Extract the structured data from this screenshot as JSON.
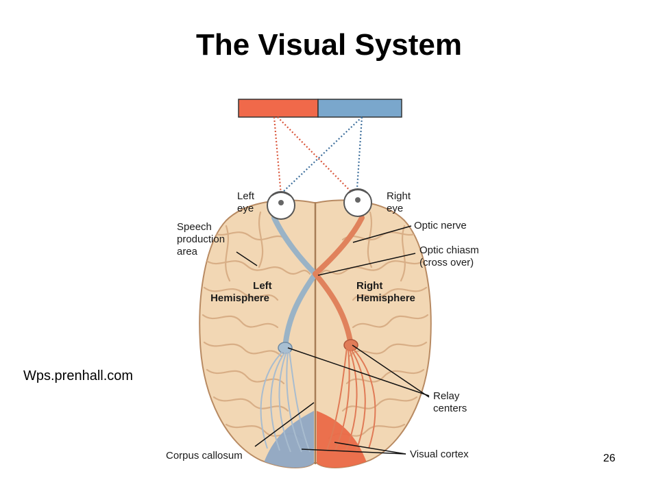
{
  "slide": {
    "title": "The Visual System",
    "source": "Wps.prenhall.com",
    "page_number": "26"
  },
  "labels": {
    "left_eye": [
      "Left",
      "eye"
    ],
    "right_eye": [
      "Right",
      "eye"
    ],
    "speech_area": [
      "Speech",
      "production",
      "area"
    ],
    "optic_nerve": "Optic nerve",
    "optic_chiasm": [
      "Optic chiasm",
      "(cross over)"
    ],
    "left_hemisphere": [
      "Left",
      "Hemisphere"
    ],
    "right_hemisphere": [
      "Right",
      "Hemisphere"
    ],
    "relay_centers": [
      "Relay",
      "centers"
    ],
    "corpus_callosum": "Corpus callosum",
    "visual_cortex": "Visual cortex"
  },
  "colors": {
    "left_field": "#f0694a",
    "right_field": "#7aa7cc",
    "brain": "#f2d7b4",
    "brain_fold": "#d8ae86",
    "left_pathway": "#9ab3c6",
    "right_pathway": "#e0825c",
    "leader": "#111111"
  }
}
